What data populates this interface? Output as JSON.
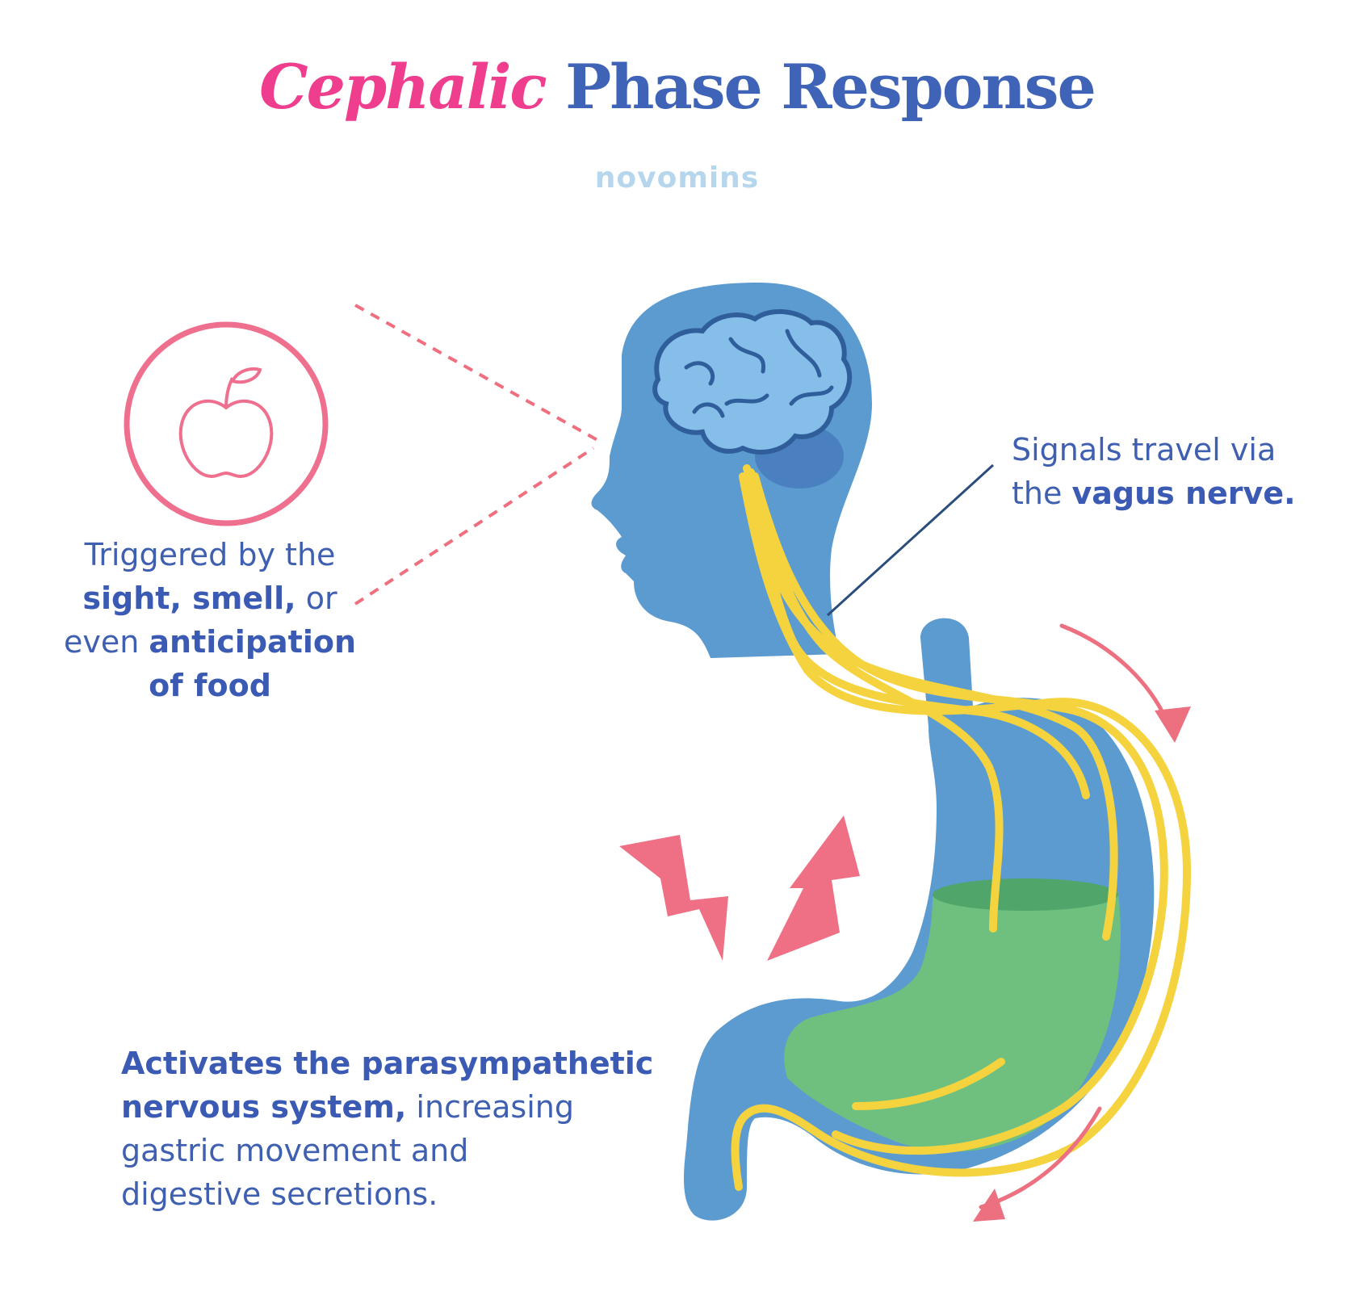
{
  "title": {
    "part1": "Cephalic",
    "part2": "Phase Response"
  },
  "brand": "novomins",
  "trigger": {
    "t1": "Triggered by the",
    "b1": "sight, smell,",
    "t2": "or",
    "t3": "even",
    "b2": "anticipation",
    "b3": "of food"
  },
  "signal": {
    "t1": "Signals travel via",
    "t2": "the",
    "b1": "vagus nerve."
  },
  "activate": {
    "b1": "Activates the parasympathetic",
    "b2": "nervous system,",
    "t1": "increasing",
    "t2": "gastric movement and",
    "t3": "digestive secretions."
  },
  "colors": {
    "title_pink": "#ee3e8d",
    "title_blue": "#3f63b6",
    "body_blue": "#5b9bd0",
    "brain": "#7fb8ea",
    "nerve": "#f5d33f",
    "acid": "#6fc07f",
    "arrow": "#ec7080"
  }
}
